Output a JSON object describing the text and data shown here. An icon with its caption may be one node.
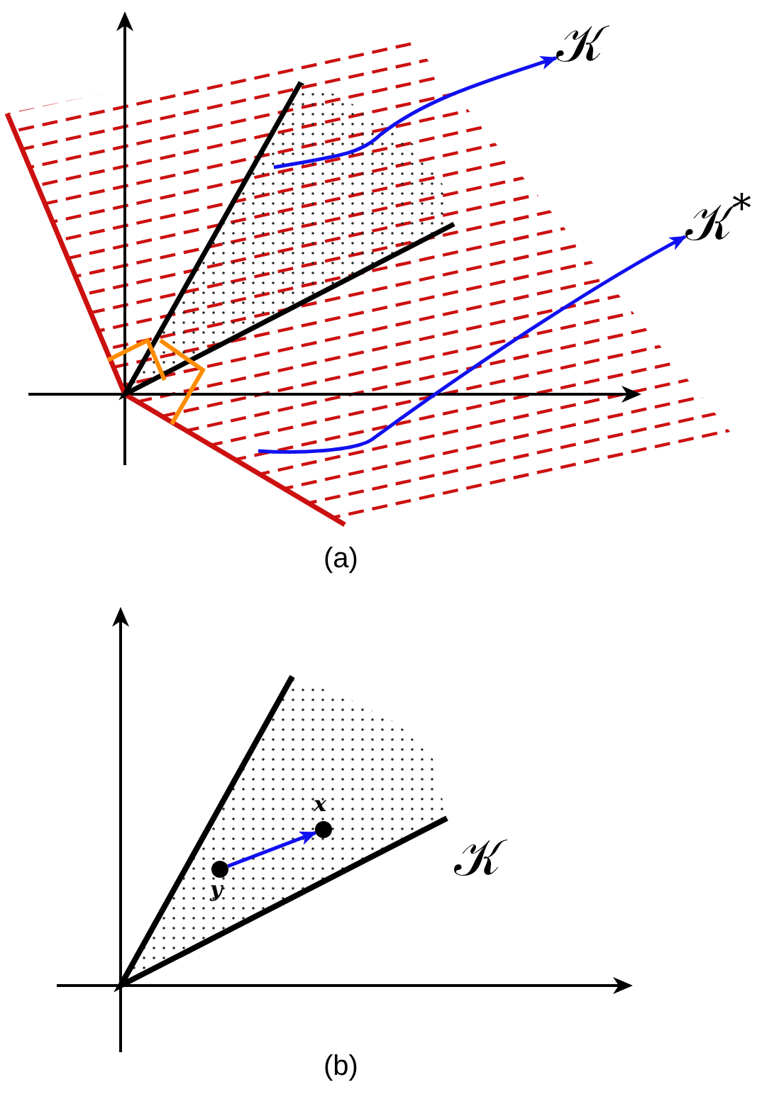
{
  "diagram": {
    "nodes": [
      {
        "text": [
          "𝒦"
        ]
      },
      {
        "text": [
          "𝒦$^{*}$"
        ]
      },
      {
        "text": [],
        "shape": "circle",
        "beside": [
          "x"
        ]
      },
      {
        "text": [],
        "shape": "circle",
        "beside": [
          "y"
        ]
      }
    ],
    "edges": [
      {
        "from": null,
        "to": 0,
        "arrow": "to"
      },
      {
        "from": null,
        "to": 1,
        "arrow": "to"
      },
      {
        "from": 3,
        "to": 2,
        "arrow": "to"
      }
    ],
    "labels": [
      "(a)",
      "𝒦",
      "(b)"
    ]
  }
}
